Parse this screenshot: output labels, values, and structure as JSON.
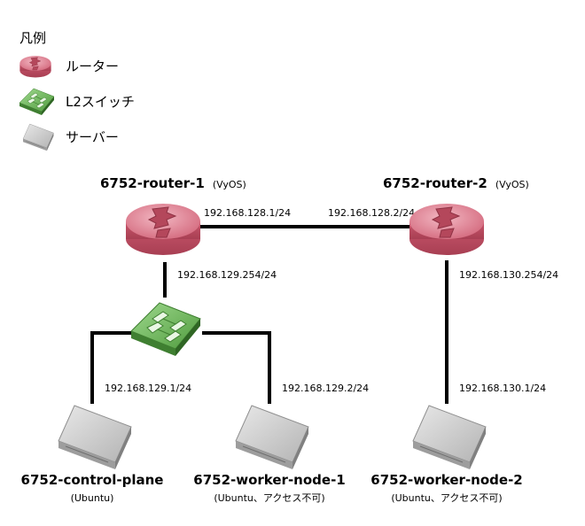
{
  "legend": {
    "title": "凡例",
    "items": [
      {
        "icon": "router-icon",
        "label": "ルーター"
      },
      {
        "icon": "l2-switch-icon",
        "label": "L2スイッチ"
      },
      {
        "icon": "server-icon",
        "label": "サーバー"
      }
    ]
  },
  "nodes": {
    "router1": {
      "name": "6752-router-1",
      "os": "(VyOS)"
    },
    "router2": {
      "name": "6752-router-2",
      "os": "(VyOS)"
    },
    "control_plane": {
      "name": "6752-control-plane",
      "os": "(Ubuntu)"
    },
    "worker1": {
      "name": "6752-worker-node-1",
      "os": "(Ubuntu、アクセス不可)"
    },
    "worker2": {
      "name": "6752-worker-node-2",
      "os": "(Ubuntu、アクセス不可)"
    }
  },
  "links": {
    "r1_r2_left": "192.168.128.1/24",
    "r1_r2_right": "192.168.128.2/24",
    "r1_switch": "192.168.129.254/24",
    "r2_worker2_top": "192.168.130.254/24",
    "cp_ip": "192.168.129.1/24",
    "w1_ip": "192.168.129.2/24",
    "w2_ip": "192.168.130.1/24"
  },
  "colors": {
    "router": "#d9697d",
    "switch": "#6bb35a",
    "server": "#bdbdbd",
    "link": "#000000"
  }
}
